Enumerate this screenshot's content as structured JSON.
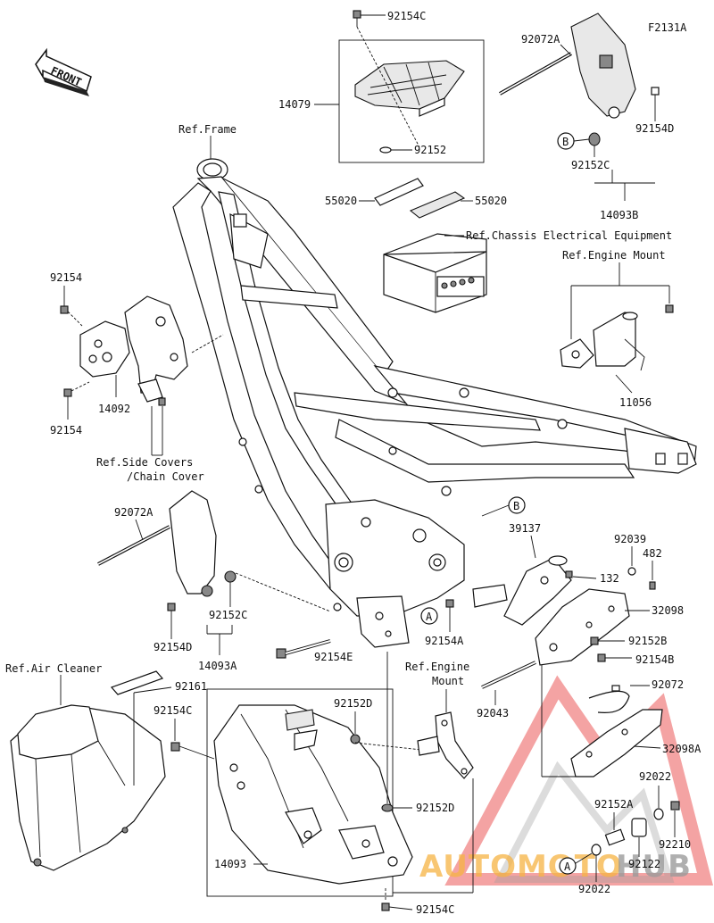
{
  "diagram_code": "F2131A",
  "front_arrow_label": "FRONT",
  "watermark": {
    "text_auto": "AUTOMOTO",
    "text_hub": "HUB",
    "color_red": "#e83b3b",
    "color_orange": "#f5a623",
    "color_grey": "#8a8a8a"
  },
  "refs": {
    "frame": "Ref.Frame",
    "chassis_electrical": "Ref.Chassis Electrical Equipment",
    "engine_mount_top": "Ref.Engine Mount",
    "side_covers_1": "Ref.Side Covers",
    "side_covers_2": "/Chain Cover",
    "air_cleaner": "Ref.Air Cleaner",
    "engine_mount_bottom_1": "Ref.Engine",
    "engine_mount_bottom_2": "Mount"
  },
  "callouts": {
    "B_top": "B",
    "B_mid": "B",
    "A_left": "A",
    "A_bottom": "A"
  },
  "parts": {
    "p92154C_top": "92154C",
    "p14079": "14079",
    "p92152": "92152",
    "p55020_left": "55020",
    "p55020_right": "55020",
    "p92072A_top": "92072A",
    "p92154D_top": "92154D",
    "p92152C_top": "92152C",
    "p14093B": "14093B",
    "p92154_top": "92154",
    "p14092": "14092",
    "p92154_bot": "92154",
    "p11056": "11056",
    "p92072A_left": "92072A",
    "p92154D_left": "92154D",
    "p92152C_left": "92152C",
    "p14093A": "14093A",
    "p92154E": "92154E",
    "p39137": "39137",
    "p132": "132",
    "p92039": "92039",
    "p482": "482",
    "p32098": "32098",
    "p92154A": "92154A",
    "p92152B": "92152B",
    "p92154B": "92154B",
    "p92043": "92043",
    "p92072": "92072",
    "p32098A": "32098A",
    "p92161": "92161",
    "p92154C_mid": "92154C",
    "p92152D_top": "92152D",
    "p92152D_bot": "92152D",
    "p92022_top": "92022",
    "p92152A": "92152A",
    "p92210": "92210",
    "p92122": "92122",
    "p92022_bot": "92022",
    "p14093": "14093",
    "p92154C_bot": "92154C"
  }
}
